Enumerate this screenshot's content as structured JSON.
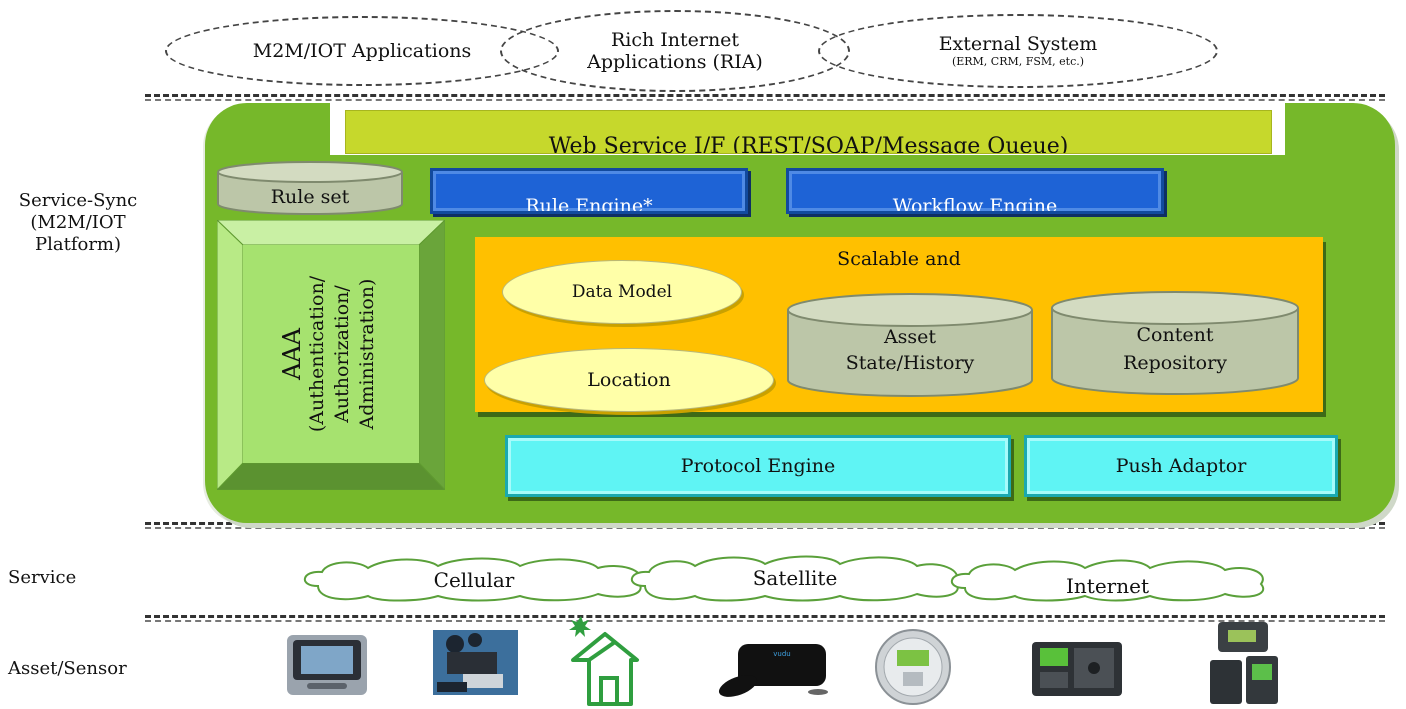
{
  "top_systems": {
    "m2m": "M2M/IOT Applications",
    "ria_line1": "Rich Internet",
    "ria_line2": "Applications (RIA)",
    "external": "External System",
    "external_sub": "(ERM, CRM, FSM, etc.)"
  },
  "side_labels": {
    "platform_line1": "Service-Sync",
    "platform_line2": "(M2M/IOT",
    "platform_line3": "Platform)",
    "service": "Service",
    "asset": "Asset/Sensor"
  },
  "platform": {
    "web_service": "Web Service I/F (REST/SOAP/Message Queue)",
    "rule_set": "Rule set",
    "rule_engine": "Rule Engine*",
    "workflow_engine": "Workflow Engine",
    "aaa_title": "AAA",
    "aaa_line1": "(Authentication/",
    "aaa_line2": "Authorization/",
    "aaa_line3": "Administration)",
    "scalable": "Scalable and",
    "data_model": "Data Model",
    "location": "Location",
    "asset_line1": "Asset",
    "asset_line2": "State/History",
    "content_line1": "Content",
    "content_line2": "Repository",
    "protocol_engine": "Protocol Engine",
    "push_adaptor": "Push Adaptor"
  },
  "networks": {
    "cellular": "Cellular",
    "satellite": "Satellite",
    "internet": "Internet"
  },
  "devices": [
    "car-navigation-icon",
    "machine-icon",
    "smart-home-icon",
    "media-box-icon",
    "smart-meter-icon",
    "controller-icon",
    "sensor-device-icon"
  ],
  "colors": {
    "platform_green": "#76b82a",
    "web_service": "#c6d82c",
    "engine_blue": "#1e63d6",
    "aaa_green": "#a6e26f",
    "core_orange": "#ffc000",
    "oval_yellow": "#ffffa8",
    "cylinder_gray": "#bcc6a8",
    "bar_cyan": "#5ff4f4"
  }
}
